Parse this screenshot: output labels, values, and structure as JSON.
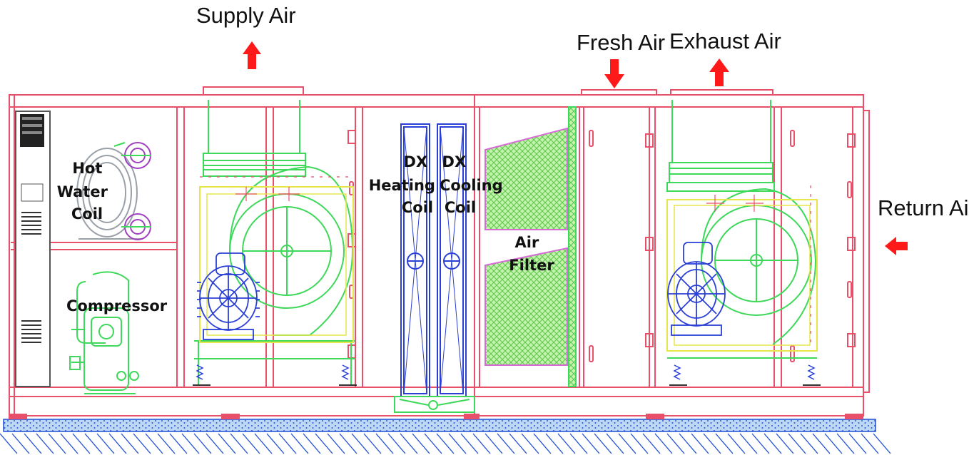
{
  "labels": {
    "supply_air": "Supply Air",
    "fresh_air": "Fresh Air",
    "exhaust_air": "Exhaust Air",
    "return_air": "Return Air",
    "hot_water_coil": [
      "Hot",
      "Water",
      "Coil"
    ],
    "compressor": "Compressor",
    "dx_heating_coil": [
      "DX",
      "Heating",
      "Coil"
    ],
    "dx_cooling_coil": [
      "DX",
      "Cooling",
      "Coil"
    ],
    "air_filter": [
      "Air",
      "Filter"
    ]
  },
  "colors": {
    "casing": "#e8506a",
    "green_parts": "#3ed85a",
    "blue_parts": "#2a3fd6",
    "yellow_frame": "#e6e64a",
    "arrow": "#ff1a1a",
    "filter_media": "#a9e88f",
    "filter_border": "#d86ad8",
    "ground_fill": "#b9d6f2",
    "ground_hatch": "#1f4fd6"
  }
}
